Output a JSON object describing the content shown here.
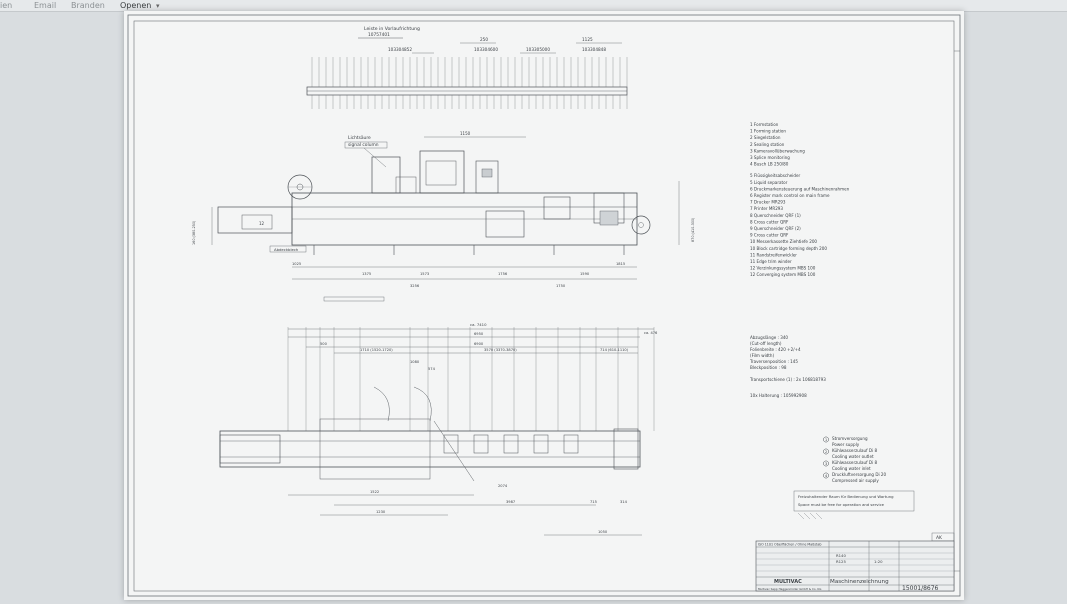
{
  "toolbar": {
    "items": [
      {
        "label": "ien"
      },
      {
        "label": "Email"
      },
      {
        "label": "Branden"
      },
      {
        "label": "Openen"
      }
    ]
  },
  "drawing": {
    "top_view": {
      "header_line1": "Leiste in Vorlaufrichtung",
      "header_line2": "10757401",
      "part_a": "103304852",
      "part_b": "103304600",
      "part_c": "103305000",
      "part_d": "103304848",
      "dim_250": "250",
      "dim_1125": "1125"
    },
    "side_view": {
      "callout": "Lichtsäure",
      "callout_en": "signal column",
      "label_abdeckblech": "Abdeckblech",
      "dim_1150": "1150",
      "dim_1025": "1025",
      "dim_1375": "1375",
      "dim_1573": "1573",
      "dim_1756": "1756",
      "dim_1590": "1590",
      "dim_3256": "3256",
      "dim_1750": "1750",
      "dim_1815": "1815",
      "dim_left": "160 (380-250)",
      "dim_right": "870 (410-300)"
    },
    "plan_view": {
      "dim_ca7410": "ca. 7410",
      "dim_ca476": "ca. 476",
      "dim_6950": "6950",
      "dim_6900": "6900",
      "dim_500": "500",
      "dim_1710": "1710 (1520-1720)",
      "dim_3570": "3570 (3370-3870)",
      "dim_714": "714 (610-1110)",
      "dim_1080": "1080",
      "dim_574": "574",
      "dim_1522": "1522",
      "dim_2074": "2074",
      "dim_3987": "3987",
      "dim_1230": "1230",
      "dim_1050": "1050",
      "dim_715": "715",
      "dim_314": "314"
    },
    "legend": [
      "1  Formstation",
      "1  Forming station",
      "2  Siegelstation",
      "2  Sealing station",
      "3  Kameravollüberwachung",
      "3  Splice monitoring",
      "4  Busch LB 250/80",
      "5  Flüssigkeitsabscheider",
      "5  Liquid separator",
      "6  Druckmarkensteuerung auf Maschinenrahmen",
      "6  Register mark control on main frame",
      "7  Drucker MR293",
      "7  Printer MR293",
      "8  Querschneider QRF (1)",
      "8  Cross cutter QRF",
      "9  Querschneider QRF (2)",
      "9  Cross cutter QRF",
      "10  Messerkassette Ziehtiefe 200",
      "10  Block cartridge forming depth 200",
      "11  Randstreifenwickler",
      "11  Edge trim winder",
      "12  Verzinkungssystem MBS 100",
      "12  Converging system MBS 100"
    ],
    "specs": [
      "Abzugslänge : 340",
      "(Cut-off length)",
      "Folienbreite : 420 +2/+4",
      "(Film width)",
      "Traversenposition : 145",
      "Bleckposition : 98"
    ],
    "spec_extra1": "Transportschiene (1) : 2x 106818793",
    "spec_extra2": "10x Halterung : 105992908",
    "utilities": [
      {
        "num": "1",
        "de": "Stromversorgung",
        "en": "Power supply"
      },
      {
        "num": "2",
        "de": "Kühlwasserzulauf Di 8",
        "en": "Cooling water outlet"
      },
      {
        "num": "3",
        "de": "Kühlwasserzulauf Di 8",
        "en": "Cooling water inlet"
      },
      {
        "num": "4",
        "de": "Druckluftversorgung Di 20",
        "en": "Compressed air supply"
      }
    ],
    "service_note_de": "Freizuhaltender Raum für Bedienung und Wartung",
    "service_note_en": "Space must be free for operation and service",
    "sheet_tag": "AK",
    "title_block": {
      "company": "MULTIVAC",
      "company_sub": "Multivac Sepp Haggenmüller GmbH & Co. KG",
      "doc_title": "Maschinenzeichnung",
      "doc_number": "15001/8676",
      "iso_note": "ISO 1101 Oberflächen / Ohne Maßstab",
      "r1": "R140",
      "r2": "R125",
      "r3": "1:20"
    }
  }
}
